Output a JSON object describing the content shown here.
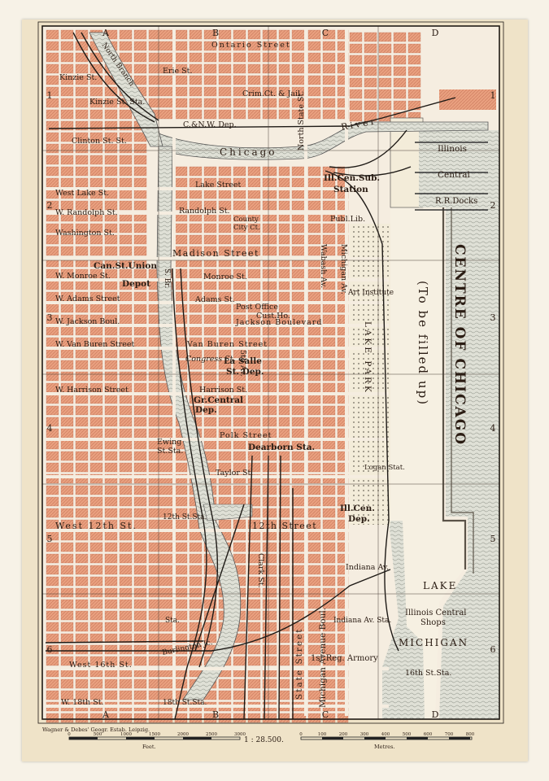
{
  "map": {
    "columns": [
      "A",
      "B",
      "C",
      "D"
    ],
    "rows": [
      "1",
      "2",
      "3",
      "4",
      "5",
      "6"
    ],
    "water": {
      "centre_title": "CENTRE OF CHICAGO",
      "centre_note": "(To be filled up)",
      "lake_1": "LAKE",
      "lake_2": "MICHIGAN"
    },
    "rivers": {
      "chicago": "Chicago",
      "river": "River",
      "north_branch": "North Branch",
      "south_branch": "S. Br."
    },
    "streets": {
      "madison": "Madison Street",
      "west_lake": "West Lake St.",
      "w_randolph": "W. Randolph St.",
      "washington": "Washington St.",
      "w_monroe": "W. Monroe St.",
      "w_adams": "W. Adams Street",
      "w_jackson": "W. Jackson Boul.",
      "w_van_buren": "W. Van Buren Street",
      "van_buren": "Van Buren Street",
      "w_harrison": "W. Harrison Street",
      "harrison": "Harrison St.",
      "polk": "Polk Street",
      "taylor": "Taylor St.",
      "west_12th": "West 12th St.",
      "twelfth": "12th Street",
      "west_16th": "West 16th St.",
      "w_18th": "W. 18th St.",
      "monroe": "Monroe St.",
      "adams": "Adams St.",
      "jackson": "Jackson Boulevard",
      "lake": "Lake Street",
      "randolph": "Randolph St.",
      "north_state": "North State St.",
      "ontario": "Ontario Street",
      "erie": "Erie St.",
      "kinzie_st": "Kinzie St.",
      "state": "State Street",
      "wabash": "Wabash Av.",
      "michigan": "Michigan Av.",
      "michigan_2": "Michigan Avenue Boul.",
      "indiana": "Indiana Av.",
      "clark": "Clark St.",
      "fifth_av": "5th Av.",
      "lake_park": "LAKE PARK"
    },
    "places": {
      "kinzie_sta": "Kinzie St. Sta.",
      "clinton_sta": "Clinton St. St.",
      "cnw_dep": "C.&N.W. Dep.",
      "crim_jail": "Crim.Ct. & Jail",
      "ill_cen_sub": "Ill.Cen.Sub.",
      "station": "Station",
      "illinois": "Illinois",
      "central": "Central",
      "rr_docks": "R.R.Docks",
      "publ_lib": "Publ.Lib.",
      "county": "County",
      "city_ct": "City Ct.",
      "can_st_union": "Can.St.Union",
      "depot": "Depot",
      "post_office": "Post Office",
      "cust_ho": "Cust.Ho.",
      "art_institute": "Art Institute",
      "la_salle": "La Salle",
      "st_dep": "St. Dep.",
      "congress": "Congress St.",
      "gr_central": "Gr.Central",
      "dep": "Dep.",
      "ewing": "Ewing",
      "st_sta": "St.Sta.",
      "dearborn_sta": "Dearborn Sta.",
      "logan_stat": "Logan Stat.",
      "ill_cen": "Ill.Cen.",
      "ill_cen_dep": "Dep.",
      "twelfth_sta": "12th St.Sta.",
      "ill_central_shops_1": "Illinois Central",
      "ill_central_shops_2": "Shops",
      "indiana_av_sta": "Indiana Av. Sta.",
      "armory": "1st Reg. Armory",
      "sixteenth_sta": "16th St.Sta.",
      "burlington": "Burlington Jc.",
      "eighteenth_sta": "18th St.Sta.",
      "sta": "Sta."
    },
    "publisher": "Wagner & Debes' Geogr. Estab. Leipzig.",
    "scale": {
      "ratio": "1 : 28.500.",
      "feet_label": "Feet.",
      "metres_label": "Metres.",
      "feet_ticks": [
        "0",
        "500",
        "1000",
        "1500",
        "2000",
        "2500",
        "3000"
      ],
      "metre_ticks": [
        "0",
        "100",
        "200",
        "300",
        "400",
        "500",
        "600",
        "700",
        "800"
      ]
    }
  }
}
